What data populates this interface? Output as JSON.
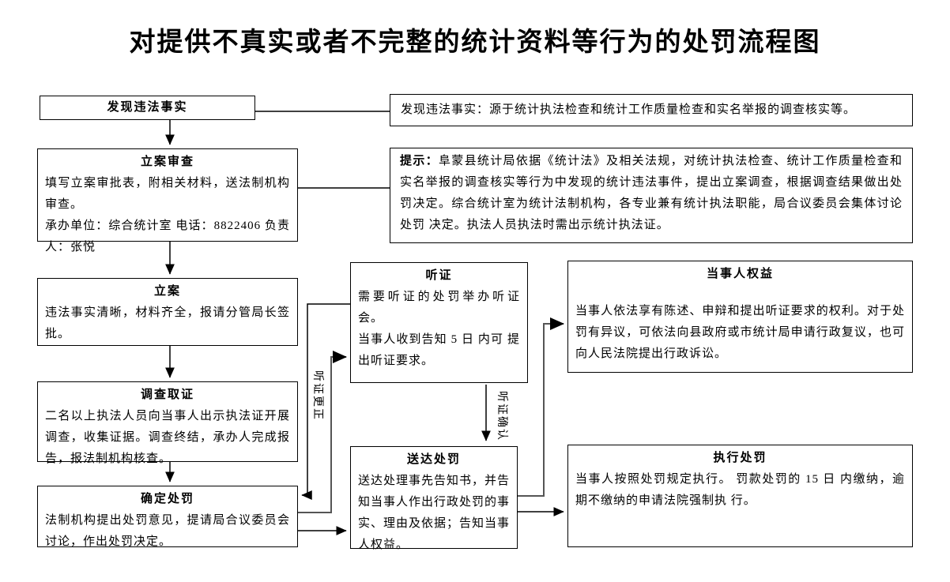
{
  "title": "对提供不真实或者不完整的统计资料等行为的处罚流程图",
  "nodes": {
    "discover": {
      "title": "发现违法事实"
    },
    "discover_note": {
      "text": "发现违法事实：源于统计执法检查和统计工作质量检查和实名举报的调查核实等。"
    },
    "filing_review": {
      "title": "立案审查",
      "body1": "填写立案审批表，附相关材料，送法制机构审查。",
      "body2": "承办单位：综合统计室 电话：8822406 负责人：张悦"
    },
    "tip_note": {
      "label": "提示：",
      "text": "阜蒙县统计局依据《统计法》及相关法规，对统计执法检查、统计工作质量检查和实名举报的调查核实等行为中发现的统计违法事件，提出立案调查，根据调查结果做出处罚决定。综合统计室为统计法制机构，各专业兼有统计执法职能，局合议委员会集体讨论处罚 决定。执法人员执法时需出示统计执法证。"
    },
    "filing": {
      "title": "立案",
      "body": "违法事实清晰，材料齐全，报请分管局长签批。"
    },
    "investigation": {
      "title": "调查取证",
      "body": "二名以上执法人员向当事人出示执法证开展调查，收集证据。调查终结，承办人完成报告，报法制机构核查。"
    },
    "determine": {
      "title": "确定处罚",
      "body": "法制机构提出处罚意见，提请局合议委员会讨论，作出处罚决定。"
    },
    "hearing": {
      "title": "听证",
      "body1": "需要听证的处罚举办听证 会。",
      "body2": "当事人收到告知 5 日 内可 提出听证要求。"
    },
    "deliver": {
      "title": "送达处罚",
      "body": "送达处理事先告知书，并告知当事人作出行政处罚的事实、理由及依据；告知当事人权益。"
    },
    "rights": {
      "title": "当事人权益",
      "body": "当事人依法享有陈述、申辩和提出听证要求的权利。对于处罚有异议，可依法向县政府或市统计局申请行政复议，也可向人民法院提出行政诉讼。"
    },
    "execute": {
      "title": "执行处罚",
      "body": "当事人按照处罚规定执行。 罚款处罚的 15 日 内缴纳，逾 期不缴纳的申请法院强制执 行。"
    }
  },
  "edge_labels": {
    "hearing_correction": "听证更正",
    "hearing_confirmation": "听证确认"
  },
  "colors": {
    "line": "#000000",
    "line_gray": "#555555",
    "box_border": "#000000",
    "background": "#ffffff"
  }
}
